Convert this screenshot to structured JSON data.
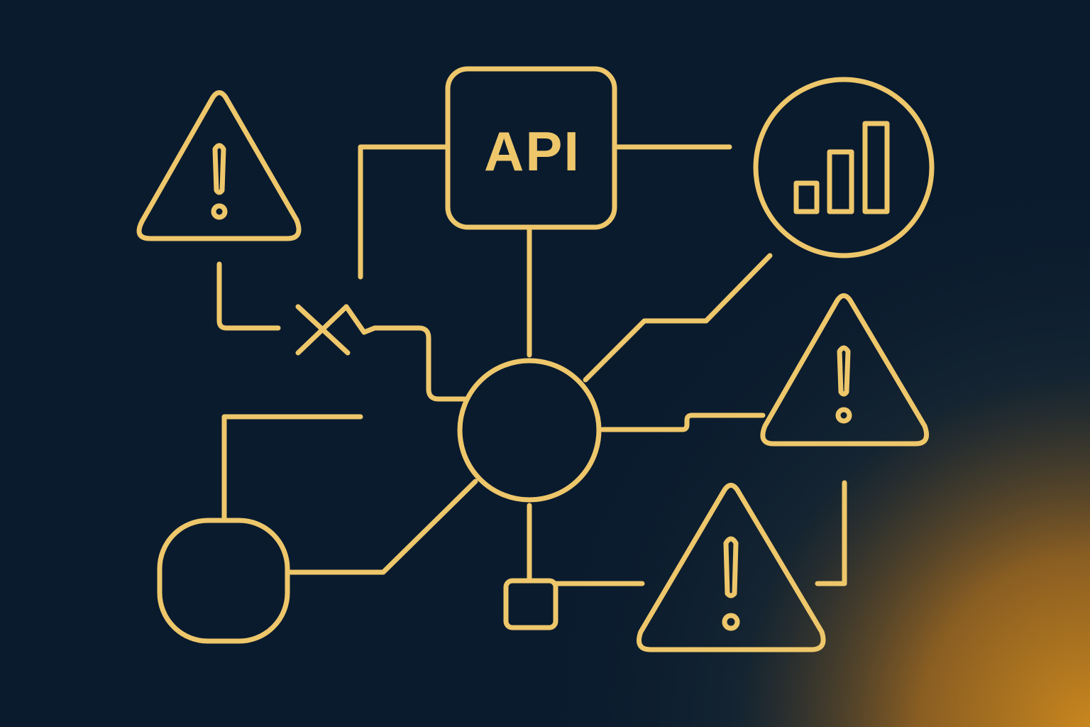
{
  "diagram": {
    "api_label": "API",
    "icons": [
      "warning-icon",
      "bar-chart-icon",
      "broken-link-icon",
      "hub-node",
      "warning-icon",
      "warning-icon",
      "square-node",
      "rounded-node"
    ],
    "colors": {
      "background": "#0a1b2e",
      "accent_glow": "#c8861e",
      "stroke": "#eec76b"
    }
  }
}
